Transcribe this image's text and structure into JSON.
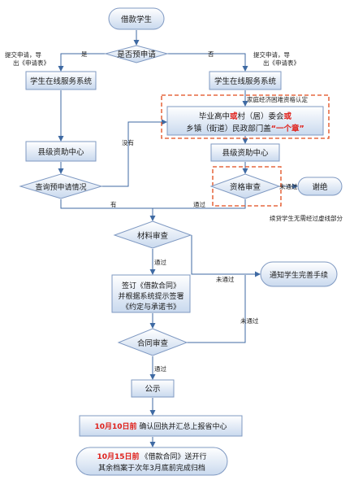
{
  "nodes": {
    "start": "借款学生",
    "pre_apply": "是否预申请",
    "online_left": "学生在线服务系统",
    "online_right": "学生在线服务系统",
    "hardship_l1_a": "毕业高中",
    "hardship_l1_or1": "或",
    "hardship_l1_b": "村（居）委会",
    "hardship_l1_or2": "或",
    "hardship_l2_a": "乡镇（街道）民政部门盖",
    "hardship_l2_b": "“一个章”",
    "county_left": "县级资助中心",
    "county_right": "县级资助中心",
    "query": "查询预申请情况",
    "qualify": "资格审查",
    "reject": "谢绝",
    "material_review": "材料审查",
    "sign_l1": "签订《借款合同》",
    "sign_l2": "并根据系统提示签署",
    "sign_l3": "《约定与承诺书》",
    "contract_review": "合同审查",
    "notify": "通知学生完善手续",
    "publicity": "公示",
    "confirm_date": "10月10日前",
    "confirm_text": "确认回执并汇总上报省中心",
    "archive_l1_date": "10月15日前",
    "archive_l1_text": "《借款合同》送开行",
    "archive_l2": "其余档案于次年3月底前完成归档"
  },
  "labels": {
    "yes": "是",
    "no": "否",
    "submit_left_l1": "提交申请，导",
    "submit_left_l2": "出《申请表》",
    "submit_right_l1": "提交申请，导",
    "submit_right_l2": "出《申请表》",
    "hardship_note": "家庭经济困难资格认定",
    "none": "没有",
    "have": "有",
    "fail_qualify": "未通过",
    "pass_qualify": "通过",
    "renewal_note": "续贷学生无需经过虚线部分",
    "pass_material": "通过",
    "fail_material": "未通过",
    "fail_contract": "未通过",
    "pass_contract": "通过"
  },
  "colors": {
    "box_fill_top": "#ffffff",
    "box_fill_bottom": "#c9d9ee",
    "box_stroke": "#7f99c2",
    "line": "#3f6aa3",
    "dash": "#e04a1a",
    "highlight": "#e0201a"
  }
}
